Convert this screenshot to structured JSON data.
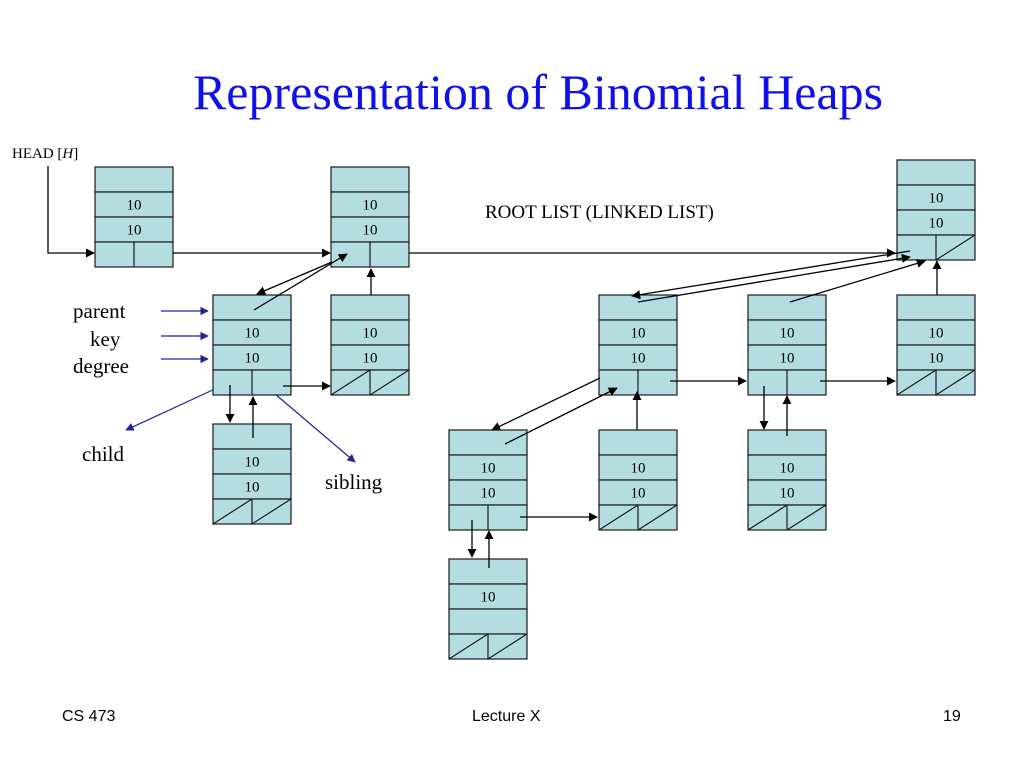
{
  "slide": {
    "title": "Representation of Binomial Heaps",
    "head_label_prefix": "HEAD [",
    "head_label_var": "H",
    "head_label_suffix": "]",
    "root_list_label": "ROOT LIST (LINKED LIST)",
    "field_labels": {
      "parent": "parent",
      "key": "key",
      "degree": "degree",
      "child": "child",
      "sibling": "sibling"
    },
    "node_value": "10",
    "footer": {
      "course": "CS 473",
      "lecture": "Lecture X",
      "page": "19"
    }
  },
  "colors": {
    "title": "#1010e8",
    "node_fill": "#b3dde0",
    "legend_arrow": "#23239a"
  },
  "nodes": [
    {
      "id": "root1",
      "key": "10",
      "degree": "10",
      "child_null": false,
      "sibling_null": false,
      "role": "root"
    },
    {
      "id": "root2",
      "key": "10",
      "degree": "10",
      "child_null": false,
      "sibling_null": false,
      "role": "root"
    },
    {
      "id": "root3",
      "key": "10",
      "degree": "10",
      "child_null": false,
      "sibling_null": true,
      "role": "root"
    },
    {
      "id": "r2a",
      "key": "10",
      "degree": "10",
      "child_null": false,
      "sibling_null": false
    },
    {
      "id": "r2b",
      "key": "10",
      "degree": "10",
      "child_null": true,
      "sibling_null": true
    },
    {
      "id": "r2aa",
      "key": "10",
      "degree": "10",
      "child_null": true,
      "sibling_null": true
    },
    {
      "id": "r3a",
      "key": "10",
      "degree": "10",
      "child_null": false,
      "sibling_null": false
    },
    {
      "id": "r3b",
      "key": "10",
      "degree": "10",
      "child_null": false,
      "sibling_null": false
    },
    {
      "id": "r3c",
      "key": "10",
      "degree": "10",
      "child_null": true,
      "sibling_null": true
    },
    {
      "id": "r3aa",
      "key": "10",
      "degree": "10",
      "child_null": false,
      "sibling_null": false
    },
    {
      "id": "r3ab",
      "key": "10",
      "degree": "10",
      "child_null": true,
      "sibling_null": true
    },
    {
      "id": "r3ba",
      "key": "10",
      "degree": "10",
      "child_null": true,
      "sibling_null": true
    },
    {
      "id": "r3aaa",
      "key": "10",
      "degree": "",
      "child_null": true,
      "sibling_null": true
    }
  ]
}
